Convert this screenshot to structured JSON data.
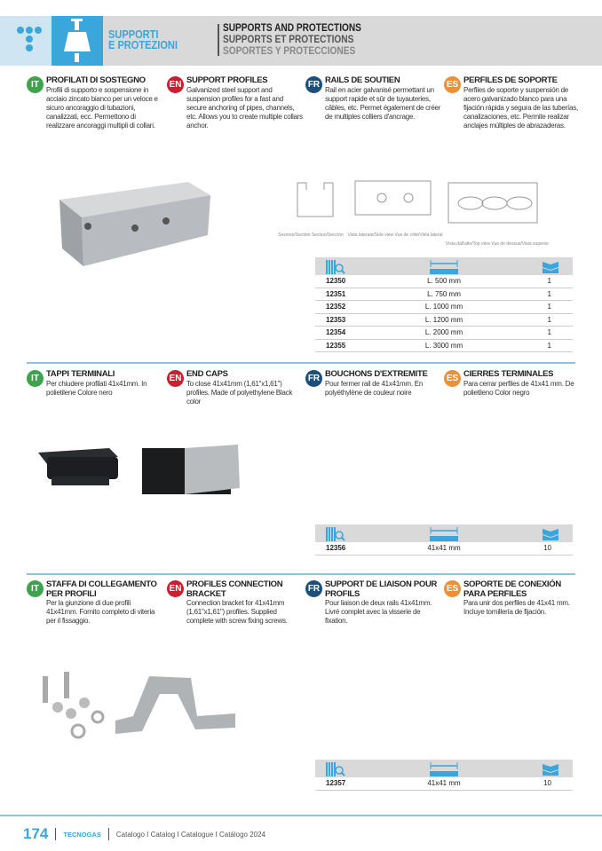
{
  "header": {
    "category_line1": "SUPPORTI",
    "category_line2": "E PROTEZIONI",
    "title_en": "SUPPORTS AND PROTECTIONS",
    "title_fr": "SUPPORTS ET PROTECTIONS",
    "title_es": "SOPORTES Y PROTECCIONES"
  },
  "colors": {
    "IT": "#3fa34d",
    "EN": "#c8202f",
    "FR": "#1d4f7c",
    "ES": "#e8913a",
    "accent": "#3aa6dc"
  },
  "sections": [
    {
      "blocks": [
        {
          "lang": "IT",
          "title": "PROFILATI DI SOSTEGNO",
          "text": "Profili di supporto e sospensione in acciaio zincato bianco per un veloce e sicuro ancoraggio di tubazioni, canalizzati, ecc. Permettono di realizzare ancoraggi multipli di collari."
        },
        {
          "lang": "EN",
          "title": "SUPPORT PROFILES",
          "text": "Galvanized steel support and suspension profiles for a fast and secure anchoring of pipes, channels, etc. Allows you to create multiple collars anchor."
        },
        {
          "lang": "FR",
          "title": "RAILS DE SOUTIEN",
          "text": "Rail en acier galvanisé permettant un support rapide et sûr de tuyauteries, câbles, etc. Permet également de créer de multiples colliers d'ancrage."
        },
        {
          "lang": "ES",
          "title": "PERFILES DE SOPORTE",
          "text": "Perfiles de soporte y suspensión de acero galvanizado blanco para una fijación rápida y segura de las tuberías, canalizaciones, etc. Permite realizar anclajes múltiples de abrazaderas."
        }
      ],
      "drawing_captions": [
        "Sezione/Section Section/Sección",
        "Vista laterale/Side view Vue de côté/Vista lateral",
        "Vista dall'alto/Top view Vue de dessus/Vista superior"
      ],
      "rows": [
        [
          "12350",
          "L. 500 mm",
          "1"
        ],
        [
          "12351",
          "L. 750 mm",
          "1"
        ],
        [
          "12352",
          "L. 1000 mm",
          "1"
        ],
        [
          "12353",
          "L. 1200 mm",
          "1"
        ],
        [
          "12354",
          "L. 2000 mm",
          "1"
        ],
        [
          "12355",
          "L. 3000 mm",
          "1"
        ]
      ]
    },
    {
      "blocks": [
        {
          "lang": "IT",
          "title": "TAPPI TERMINALI",
          "text": "Per chiudere profilati 41x41mm. In polietilene Colore nero"
        },
        {
          "lang": "EN",
          "title": "END CAPS",
          "text": "To close 41x41mm (1,61\"x1,61\") profiles. Made of polyethylene Black color"
        },
        {
          "lang": "FR",
          "title": "BOUCHONS D'EXTREMITE",
          "text": "Pour fermer rail de 41x41mm. En polyéthylène de couleur noire"
        },
        {
          "lang": "ES",
          "title": "CIERRES TERMINALES",
          "text": "Para cerrar perfiles de 41x41 mm. De polietileno Color negro"
        }
      ],
      "rows": [
        [
          "12356",
          "41x41 mm",
          "10"
        ]
      ]
    },
    {
      "blocks": [
        {
          "lang": "IT",
          "title": "STAFFA DI COLLEGAMENTO PER PROFILI",
          "text": "Per la giunzione di due profili 41x41mm. Fornito completo di viteria per il fissaggio."
        },
        {
          "lang": "EN",
          "title": "PROFILES CONNECTION BRACKET",
          "text": "Connection bracket for 41x41mm (1,61\"x1,61\") profiles. Supplied complete with screw fixing screws."
        },
        {
          "lang": "FR",
          "title": "SUPPORT DE LIAISON POUR PROFILS",
          "text": "Pour liaison de deux rails 41x41mm. Livré complet avec la visserie de fixation."
        },
        {
          "lang": "ES",
          "title": "SOPORTE DE CONEXIÓN PARA PERFILES",
          "text": "Para unir dos perfiles de 41x41 mm. Incluye tornillería de fijación."
        }
      ],
      "rows": [
        [
          "12357",
          "41x41 mm",
          "10"
        ]
      ]
    }
  ],
  "footer": {
    "page": "174",
    "brand": "TECNOGAS",
    "text": "Catalogo I Catalog I Catalogue I Catálogo 2024"
  }
}
